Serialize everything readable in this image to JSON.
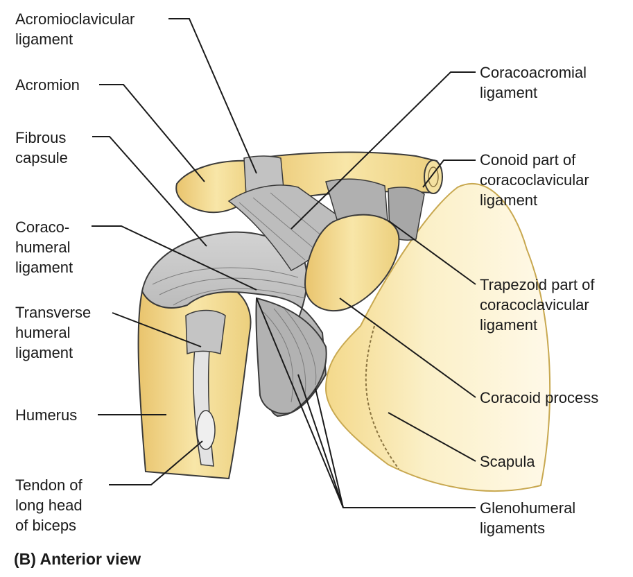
{
  "labels": {
    "acromioclavicular": [
      "Acromioclavicular",
      "ligament"
    ],
    "acromion": [
      "Acromion"
    ],
    "fibrous_capsule": [
      "Fibrous",
      "capsule"
    ],
    "coracohumeral": [
      "Coraco-",
      "humeral",
      "ligament"
    ],
    "transverse_humeral": [
      "Transverse",
      "humeral",
      "ligament"
    ],
    "humerus": [
      "Humerus"
    ],
    "tendon_biceps": [
      "Tendon of",
      "long head",
      "of biceps"
    ],
    "coracoacromial": [
      "Coracoacromial",
      "ligament"
    ],
    "conoid": [
      "Conoid part of",
      "coracoclavicular",
      "ligament"
    ],
    "trapezoid": [
      "Trapezoid part of",
      "coracoclavicular",
      "ligament"
    ],
    "coracoid_process": [
      "Coracoid process"
    ],
    "scapula": [
      "Scapula"
    ],
    "glenohumeral": [
      "Glenohumeral",
      "ligaments"
    ]
  },
  "caption": "(B) Anterior view",
  "colors": {
    "bone": "#f2d98a",
    "bone_light": "#fbeebf",
    "ligament": "#b9b9b9",
    "ligament_dark": "#8e8e8e",
    "outline": "#3a3a3a"
  }
}
